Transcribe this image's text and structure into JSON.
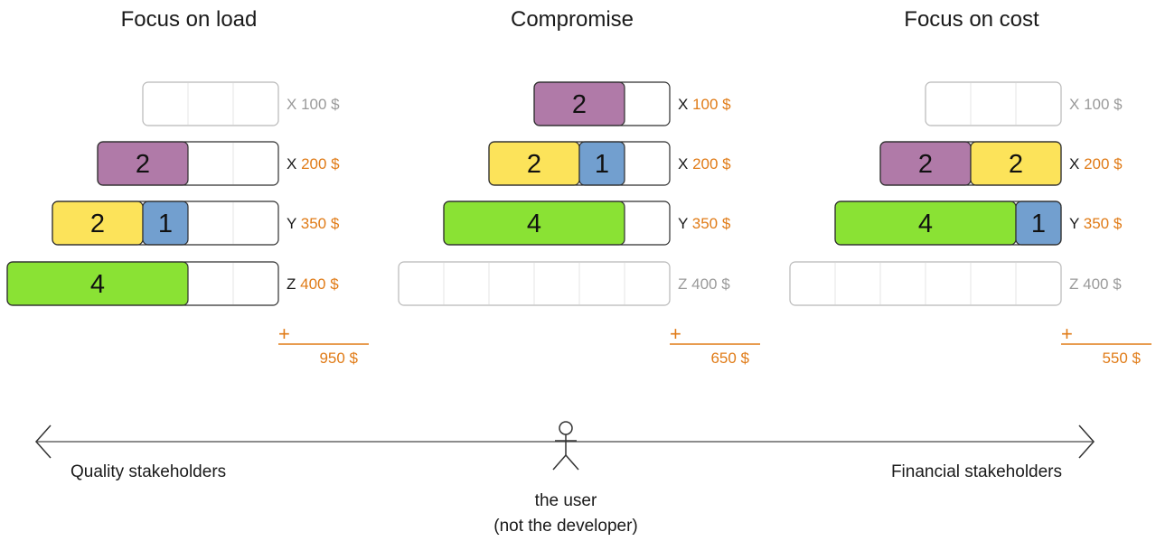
{
  "colors": {
    "purple": "#b07aa8",
    "yellow": "#fce35a",
    "blue": "#729fcf",
    "green": "#8ae234",
    "active_cost": "#e07b17",
    "inactive_text": "#9a9a9a",
    "outline_dark": "#2e2e2e",
    "outline_light": "#b8b8b8"
  },
  "panels": [
    {
      "title": "Focus on load",
      "rows": [
        {
          "machine": "X",
          "cost": "100 $",
          "active": false,
          "items": []
        },
        {
          "machine": "X",
          "cost": "200 $",
          "active": true,
          "items": [
            {
              "value": "2",
              "color": "purple"
            }
          ]
        },
        {
          "machine": "Y",
          "cost": "350 $",
          "active": true,
          "items": [
            {
              "value": "2",
              "color": "yellow"
            },
            {
              "value": "1",
              "color": "blue"
            }
          ]
        },
        {
          "machine": "Z",
          "cost": "400 $",
          "active": true,
          "items": [
            {
              "value": "4",
              "color": "green"
            }
          ]
        }
      ],
      "plus": "+",
      "total": "950 $"
    },
    {
      "title": "Compromise",
      "rows": [
        {
          "machine": "X",
          "cost": "100 $",
          "active": true,
          "items": [
            {
              "value": "2",
              "color": "purple"
            }
          ]
        },
        {
          "machine": "X",
          "cost": "200 $",
          "active": true,
          "items": [
            {
              "value": "2",
              "color": "yellow"
            },
            {
              "value": "1",
              "color": "blue"
            }
          ]
        },
        {
          "machine": "Y",
          "cost": "350 $",
          "active": true,
          "items": [
            {
              "value": "4",
              "color": "green"
            }
          ]
        },
        {
          "machine": "Z",
          "cost": "400 $",
          "active": false,
          "items": []
        }
      ],
      "plus": "+",
      "total": "650 $"
    },
    {
      "title": "Focus on cost",
      "rows": [
        {
          "machine": "X",
          "cost": "100 $",
          "active": false,
          "items": []
        },
        {
          "machine": "X",
          "cost": "200 $",
          "active": true,
          "items": [
            {
              "value": "2",
              "color": "purple"
            },
            {
              "value": "2",
              "color": "yellow"
            }
          ]
        },
        {
          "machine": "Y",
          "cost": "350 $",
          "active": true,
          "items": [
            {
              "value": "4",
              "color": "green"
            },
            {
              "value": "1",
              "color": "blue"
            }
          ]
        },
        {
          "machine": "Z",
          "cost": "400 $",
          "active": false,
          "items": []
        }
      ],
      "plus": "+",
      "total": "550 $"
    }
  ],
  "axis": {
    "left_label": "Quality stakeholders",
    "right_label": "Financial stakeholders",
    "user_label_line1": "the user",
    "user_label_line2": "(not the developer)"
  }
}
